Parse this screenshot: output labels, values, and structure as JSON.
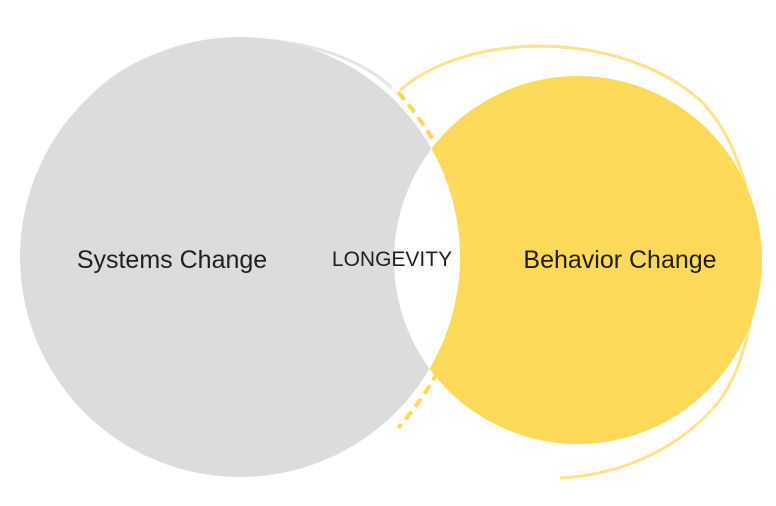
{
  "diagram": {
    "type": "venn",
    "sets": [
      {
        "label": "Systems Change",
        "color": "#dcdcdc"
      },
      {
        "label": "Behavior Change",
        "color": "#fcd958"
      }
    ],
    "intersection": {
      "label": "LONGEVITY",
      "color": "#ffffff"
    },
    "background": "#ffffff"
  }
}
